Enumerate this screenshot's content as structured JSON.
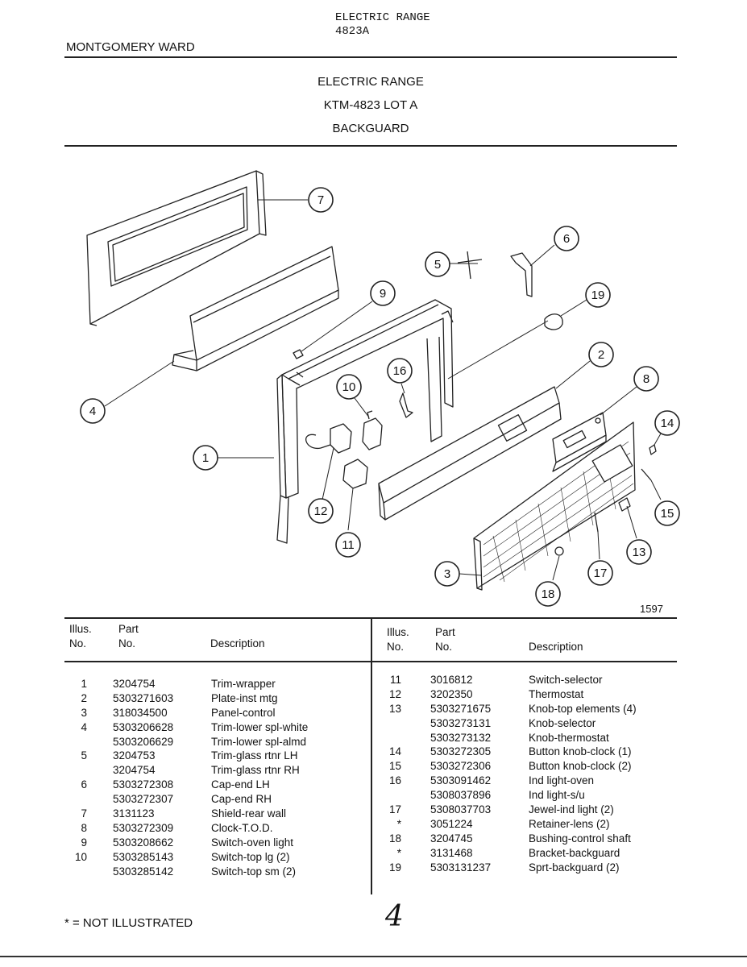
{
  "header": {
    "top_title_line1": "ELECTRIC RANGE",
    "top_title_line2": "4823A",
    "brand": "MONTGOMERY WARD",
    "title_line1": "ELECTRIC RANGE",
    "title_line2": "KTM-4823 LOT A",
    "title_line3": "BACKGUARD"
  },
  "diagram": {
    "number": "1597",
    "callouts": [
      "1",
      "2",
      "3",
      "4",
      "5",
      "6",
      "7",
      "8",
      "9",
      "10",
      "11",
      "12",
      "13",
      "14",
      "15",
      "16",
      "17",
      "18",
      "19"
    ]
  },
  "table": {
    "headers": {
      "illus": "Illus.",
      "no": "No.",
      "part": "Part",
      "part_no": "No.",
      "description": "Description"
    },
    "left_rows": [
      {
        "illus": "1",
        "part": "3204754",
        "desc": "Trim-wrapper"
      },
      {
        "illus": "2",
        "part": "5303271603",
        "desc": "Plate-inst mtg"
      },
      {
        "illus": "3",
        "part": "318034500",
        "desc": "Panel-control"
      },
      {
        "illus": "4",
        "part": "5303206628",
        "desc": "Trim-lower spl-white"
      },
      {
        "illus": "",
        "part": "5303206629",
        "desc": "Trim-lower spl-almd"
      },
      {
        "illus": "5",
        "part": "3204753",
        "desc": "Trim-glass rtnr LH"
      },
      {
        "illus": "",
        "part": "3204754",
        "desc": "Trim-glass rtnr RH"
      },
      {
        "illus": "6",
        "part": "5303272308",
        "desc": "Cap-end LH"
      },
      {
        "illus": "",
        "part": "5303272307",
        "desc": "Cap-end RH"
      },
      {
        "illus": "7",
        "part": "3131123",
        "desc": "Shield-rear wall"
      },
      {
        "illus": "8",
        "part": "5303272309",
        "desc": "Clock-T.O.D."
      },
      {
        "illus": "9",
        "part": "5303208662",
        "desc": "Switch-oven light"
      },
      {
        "illus": "10",
        "part": "5303285143",
        "desc": "Switch-top lg (2)"
      },
      {
        "illus": "",
        "part": "5303285142",
        "desc": "Switch-top sm (2)"
      }
    ],
    "right_rows": [
      {
        "illus": "11",
        "part": "3016812",
        "desc": "Switch-selector"
      },
      {
        "illus": "12",
        "part": "3202350",
        "desc": "Thermostat"
      },
      {
        "illus": "13",
        "part": "5303271675",
        "desc": "Knob-top elements (4)"
      },
      {
        "illus": "",
        "part": "5303273131",
        "desc": "Knob-selector"
      },
      {
        "illus": "",
        "part": "5303273132",
        "desc": "Knob-thermostat"
      },
      {
        "illus": "14",
        "part": "5303272305",
        "desc": "Button knob-clock (1)"
      },
      {
        "illus": "15",
        "part": "5303272306",
        "desc": "Button knob-clock (2)"
      },
      {
        "illus": "16",
        "part": "5303091462",
        "desc": "Ind light-oven"
      },
      {
        "illus": "",
        "part": "5308037896",
        "desc": "Ind light-s/u"
      },
      {
        "illus": "17",
        "part": "5308037703",
        "desc": "Jewel-ind light (2)"
      },
      {
        "illus": "*",
        "part": "3051224",
        "desc": "Retainer-lens (2)"
      },
      {
        "illus": "18",
        "part": "3204745",
        "desc": "Bushing-control shaft"
      },
      {
        "illus": "*",
        "part": "3131468",
        "desc": "Bracket-backguard"
      },
      {
        "illus": "19",
        "part": "5303131237",
        "desc": "Sprt-backguard (2)"
      }
    ]
  },
  "footer": {
    "note": "* = NOT ILLUSTRATED",
    "page_mark": "4"
  }
}
